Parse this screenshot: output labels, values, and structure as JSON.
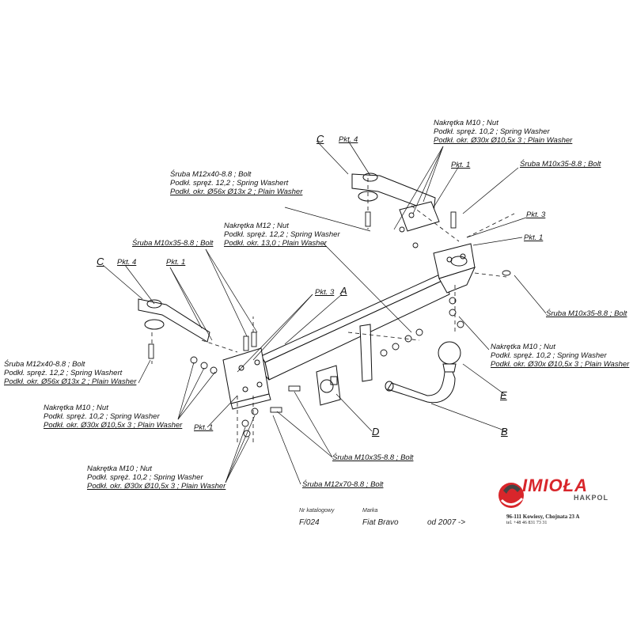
{
  "letters": {
    "A": "A",
    "B": "B",
    "C": "C",
    "D": "D",
    "E": "E"
  },
  "pkt": {
    "p1": "Pkt. 1",
    "p3": "Pkt. 3",
    "p4": "Pkt. 4"
  },
  "callouts": {
    "nut_m10_top": [
      "Nakrętka  M10 ; Nut",
      "Podkł. spręż. 10,2 ; Spring Washer",
      "Podkł. okr.  Ø30x Ø10,5x 3 ; Plain Washer"
    ],
    "bolt_m12x40_top": [
      "Śruba M12x40-8.8 ;  Bolt",
      "Podkł. spręż. 12,2 ; Spring Washert",
      "Podkł. okr.  Ø56x Ø13x 2 ; Plain Washer"
    ],
    "bolt_m10x35_right_top": "Śruba M10x35-8.8 ;  Bolt",
    "nut_m12": [
      "Nakrętka  M12 ; Nut",
      "Podkł. spręż. 12,2 ; Spring Washer",
      "Podkł. okr. 13,0 ; Plain Washer"
    ],
    "bolt_m10x35_left": "Śruba M10x35-8.8 ;  Bolt",
    "bolt_m10x35_right": "Śruba M10x35-8.8 ;  Bolt",
    "nut_m10_right": [
      "Nakrętka  M10 ; Nut",
      "Podkł. spręż. 10,2 ; Spring Washer",
      "Podkł. okr.  Ø30x Ø10,5x 3 ; Plain Washer"
    ],
    "bolt_m12x40_left": [
      "Śruba M12x40-8.8 ;  Bolt",
      "Podkł. spręż. 12,2 ; Spring Washert",
      "Podkł. okr.  Ø56x Ø13x 2 ; Plain Washer"
    ],
    "nut_m10_left": [
      "Nakrętka  M10 ; Nut",
      "Podkł. spręż. 10,2 ; Spring Washer",
      "Podkł. okr.  Ø30x Ø10,5x 3 ; Plain Washer"
    ],
    "nut_m10_bottom": [
      "Nakrętka  M10 ; Nut",
      "Podkł. spręż. 10,2 ; Spring Washer",
      "Podkł. okr.  Ø30x Ø10,5x 3 ; Plain Washer"
    ],
    "bolt_m10x35_bottom": "Śruba M10x35-8.8 ;  Bolt",
    "bolt_m12x70": "Śruba M12x70-8.8 ;  Bolt"
  },
  "footer": {
    "catalog_header": "Nr katalogowy",
    "catalog_value": "F/024",
    "make_header": "Marka",
    "make_value": "Fiat Bravo",
    "year_value": "od  2007 ->"
  },
  "logo": {
    "name": "IMIOŁA",
    "sub": "HAKPOL"
  },
  "address": "96-111 Kowiesy, Chojnata 23 A",
  "phone": "tel. +48 46 831 73 31",
  "colors": {
    "line": "#111111",
    "brand_red": "#d8262b"
  }
}
